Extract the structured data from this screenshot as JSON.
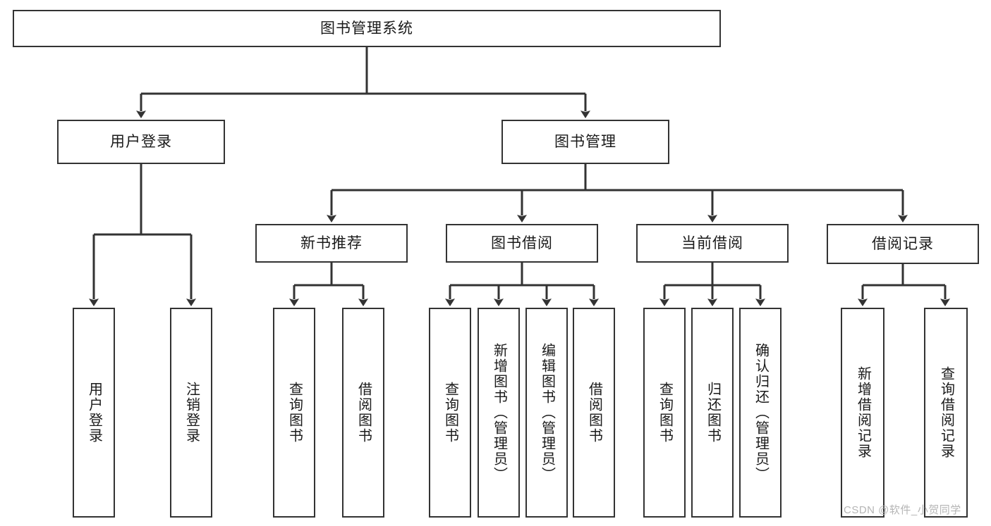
{
  "diagram": {
    "title": "图书管理系统",
    "type": "tree-hierarchy-diagram",
    "theme": {
      "stroke": "#333333",
      "fill": "#ffffff",
      "text": "#1a1a1a",
      "watermark_color": "#b5b5b5"
    },
    "root": {
      "label": "图书管理系统"
    },
    "level2": [
      {
        "label": "用户登录"
      },
      {
        "label": "图书管理"
      }
    ],
    "level3": [
      {
        "label": "新书推荐"
      },
      {
        "label": "图书借阅"
      },
      {
        "label": "当前借阅"
      },
      {
        "label": "借阅记录"
      }
    ],
    "leaves": {
      "user_login": [
        {
          "label": "用户登录"
        },
        {
          "label": "注销登录"
        }
      ],
      "new_book_recommend": [
        {
          "label": "查询图书"
        },
        {
          "label": "借阅图书"
        }
      ],
      "book_borrow": [
        {
          "label": "查询图书"
        },
        {
          "label": "新增图书（管理员）"
        },
        {
          "label": "编辑图书（管理员）"
        },
        {
          "label": "借阅图书"
        }
      ],
      "current_borrow": [
        {
          "label": "查询图书"
        },
        {
          "label": "归还图书"
        },
        {
          "label": "确认归还（管理员）"
        }
      ],
      "borrow_records": [
        {
          "label": "新增借阅记录"
        },
        {
          "label": "查询借阅记录"
        }
      ]
    }
  },
  "watermark": {
    "text": "CSDN @软件_小贺同学"
  }
}
